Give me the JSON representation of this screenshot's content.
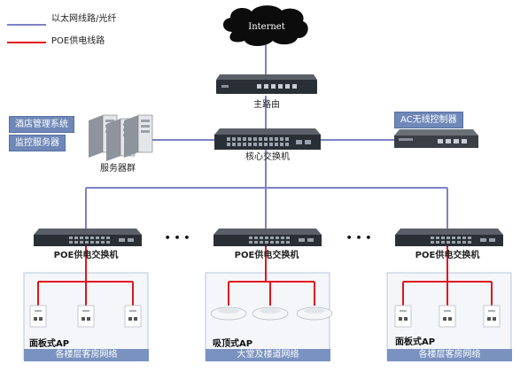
{
  "legend": {
    "ethernet_label": "以太网线路/光纤",
    "poe_label": "POE供电线路",
    "ethernet_color": "#7b82c4",
    "poe_color": "#e0141a"
  },
  "internet": {
    "label": "Internet"
  },
  "main_router": {
    "label": "主路由"
  },
  "core_switch": {
    "label": "核心交换机"
  },
  "servers": {
    "label": "服务器群",
    "hotel_system": "酒店管理系统",
    "monitor_server": "监控服务器"
  },
  "ac_controller": {
    "label": "AC无线控制器"
  },
  "poe_switches": [
    {
      "label": "POE供电交换机"
    },
    {
      "label": "POE供电交换机"
    },
    {
      "label": "POE供电交换机"
    }
  ],
  "ellipsis": "• • •",
  "zones": [
    {
      "ap_type": "面板式AP",
      "area": "各楼层客房网络",
      "ap_kind": "panel"
    },
    {
      "ap_type": "吸顶式AP",
      "area": "大堂及楼道网络",
      "ap_kind": "ceiling"
    },
    {
      "ap_type": "面板式AP",
      "area": "各楼层客房网络",
      "ap_kind": "panel"
    }
  ],
  "colors": {
    "device_dark": "#2a2f36",
    "cloud": "#0c0c0c",
    "panel_border": "#b9c5dc",
    "bar_blue": "#7a92c0"
  }
}
